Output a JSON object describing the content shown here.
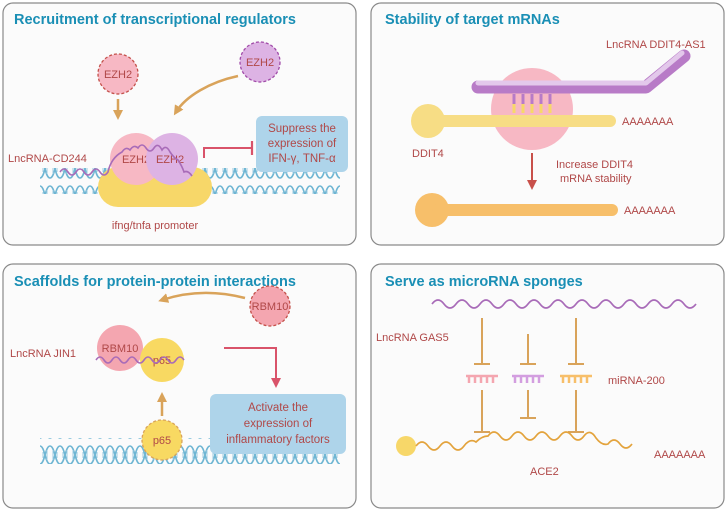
{
  "panels": {
    "recruitment": {
      "title": "Recruitment of transcriptional regulators",
      "lncrna_label": "LncRNA-CD244",
      "ezh2_free_left": "EZH2",
      "ezh2_free_right": "EZH2",
      "ezh2_bound_1": "EZH2",
      "ezh2_bound_2": "EZH2",
      "effect_line1": "Suppress the",
      "effect_line2": "expression of",
      "effect_line3": "IFN-γ, TNF-α",
      "promoter_label": "ifng/tnfa promoter"
    },
    "stability": {
      "title": "Stability of target mRNAs",
      "lncrna_label": "LncRNA DDIT4-AS1",
      "mrna_label": "DDIT4",
      "polya_top": "AAAAAAA",
      "polya_bottom": "AAAAAAA",
      "effect_line1": "Increase DDIT4",
      "effect_line2": "mRNA stability"
    },
    "scaffold": {
      "title": "Scaffolds for protein-protein interactions",
      "lncrna_label": "LncRNA JIN1",
      "rbm10_free": "RBM10",
      "rbm10_bound": "RBM10",
      "p65_bound": "p65",
      "p65_free": "p65",
      "effect_line1": "Activate the",
      "effect_line2": "expression of",
      "effect_line3": "inflammatory factors"
    },
    "sponge": {
      "title": "Serve as  microRNA sponges",
      "lncrna_label": "LncRNA GAS5",
      "mirna_label": "miRNA-200",
      "target_label": "ACE2",
      "polya": "AAAAAAA"
    }
  },
  "colors": {
    "title": "#1a8fb5",
    "label_red": "#b04848",
    "ezh2_pink": "#f7b8c4",
    "ezh2_purple": "#ddb3e4",
    "promoter_yellow": "#f7d769",
    "effect_box": "#aed4ea",
    "arrow_orange": "#d9a35a",
    "inhibit_red": "#d9536a",
    "dna_blue": "#6fb6d3",
    "lnc_purple": "#b87bc7",
    "mrna_yellow": "#f7dd85",
    "mrna_orange": "#f7bf6a",
    "rbm10_pink": "#f4a6b0",
    "p65_yellow": "#f8d962"
  }
}
